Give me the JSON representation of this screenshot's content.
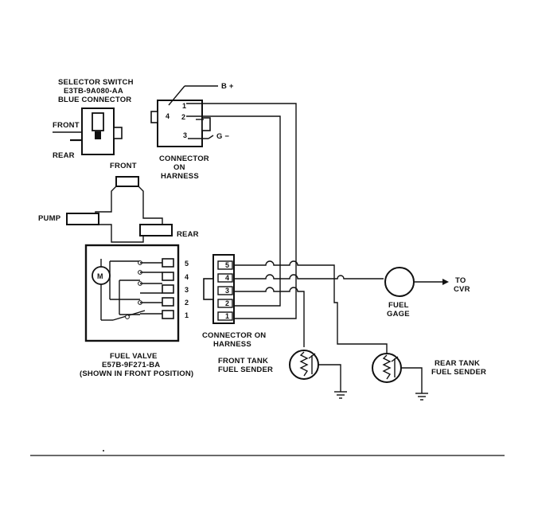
{
  "selector_switch": {
    "title_line1": "SELECTOR SWITCH",
    "title_line2": "E3TB-9A080-AA",
    "title_line3": "BLUE CONNECTOR",
    "front_label": "FRONT",
    "rear_label": "REAR"
  },
  "upper_connector": {
    "label_line1": "CONNECTOR",
    "label_line2": "ON",
    "label_line3": "HARNESS",
    "b_plus": "B +",
    "ground": "G −",
    "pins": [
      "1",
      "2",
      "3",
      "4"
    ]
  },
  "fuel_valve": {
    "front_label": "FRONT",
    "pump_label": "PUMP",
    "rear_label": "REAR",
    "motor": "M",
    "pins": [
      "5",
      "4",
      "3",
      "2",
      "1"
    ],
    "label_line1": "FUEL VALVE",
    "label_line2": "E57B-9F271-BA",
    "label_line3": "(SHOWN IN FRONT POSITION)"
  },
  "harness_connector": {
    "pins": [
      "5",
      "4",
      "3",
      "2",
      "1"
    ],
    "label_line1": "CONNECTOR ON",
    "label_line2": "HARNESS"
  },
  "fuel_gage": {
    "label_line1": "FUEL",
    "label_line2": "GAGE",
    "to_line1": "TO",
    "to_line2": "CVR"
  },
  "front_sender": {
    "label_line1": "FRONT TANK",
    "label_line2": "FUEL SENDER"
  },
  "rear_sender": {
    "label_line1": "REAR TANK",
    "label_line2": "FUEL SENDER"
  }
}
